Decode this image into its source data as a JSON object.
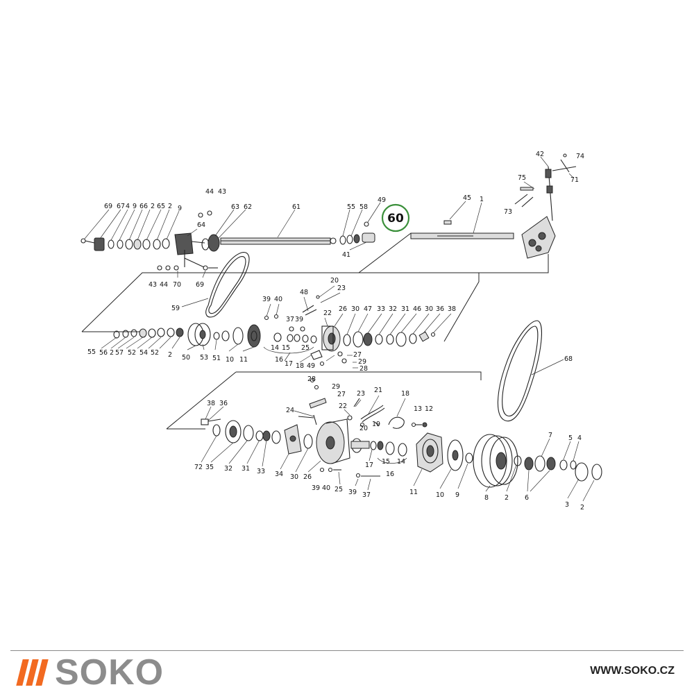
{
  "highlight": {
    "label": "60",
    "color": "#3a8f3a"
  },
  "brand": {
    "name": "SOKO",
    "stripe_color": "#f26a21",
    "name_color": "#8c8c8c"
  },
  "website": "WWW.SOKO.CZ",
  "callouts": {
    "top": [
      "69",
      "67",
      "4",
      "9",
      "66",
      "2",
      "65",
      "2",
      "9",
      "44",
      "43",
      "64",
      "63",
      "62",
      "61",
      "55",
      "58",
      "49",
      "41",
      "45",
      "1",
      "42",
      "74",
      "75",
      "71",
      "73",
      "43",
      "44",
      "70",
      "69",
      "59"
    ],
    "middle_top": [
      "20",
      "23",
      "48",
      "39",
      "40",
      "22",
      "26",
      "30",
      "47",
      "33",
      "32",
      "31",
      "46",
      "30",
      "36",
      "38",
      "37",
      "39"
    ],
    "middle_bottom": [
      "55",
      "56",
      "2",
      "57",
      "52",
      "54",
      "52",
      "2",
      "50",
      "53",
      "51",
      "10",
      "11",
      "14",
      "15",
      "25",
      "16",
      "17",
      "18",
      "49",
      "27",
      "29",
      "28",
      "68"
    ],
    "lower_top": [
      "28",
      "29",
      "27",
      "21",
      "22",
      "23",
      "18",
      "13",
      "12",
      "38",
      "36",
      "24",
      "19",
      "20",
      "7",
      "5",
      "4"
    ],
    "lower_bottom": [
      "72",
      "35",
      "32",
      "31",
      "33",
      "34",
      "30",
      "26",
      "39",
      "40",
      "25",
      "39",
      "37",
      "17",
      "15",
      "14",
      "16",
      "11",
      "10",
      "9",
      "8",
      "2",
      "6",
      "3",
      "2"
    ]
  }
}
